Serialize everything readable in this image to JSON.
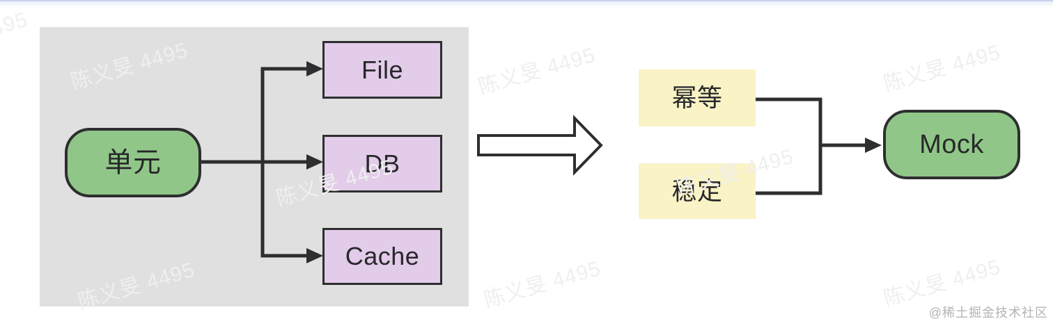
{
  "diagram": {
    "left_panel": {
      "source_node": {
        "label": "单元"
      },
      "targets": [
        {
          "label": "File"
        },
        {
          "label": "DB"
        },
        {
          "label": "Cache"
        }
      ]
    },
    "transition": {
      "shape": "big-hollow-right-arrow"
    },
    "right_group": {
      "conditions": [
        {
          "label": "幂等"
        },
        {
          "label": "稳定"
        }
      ],
      "result_node": {
        "label": "Mock"
      }
    }
  },
  "watermark": {
    "text": "陈义旻 4495",
    "count": 9
  },
  "footer": {
    "credit": "@稀土掘金技术社区"
  },
  "colors": {
    "panel": "#e0e0e0",
    "green": "#90c788",
    "purple": "#e2cce9",
    "yellow": "#faf3c5",
    "line": "#2e2e30",
    "topline": "#c7d2ee",
    "watermark": "#efefef",
    "credit": "#b3b3b3"
  }
}
